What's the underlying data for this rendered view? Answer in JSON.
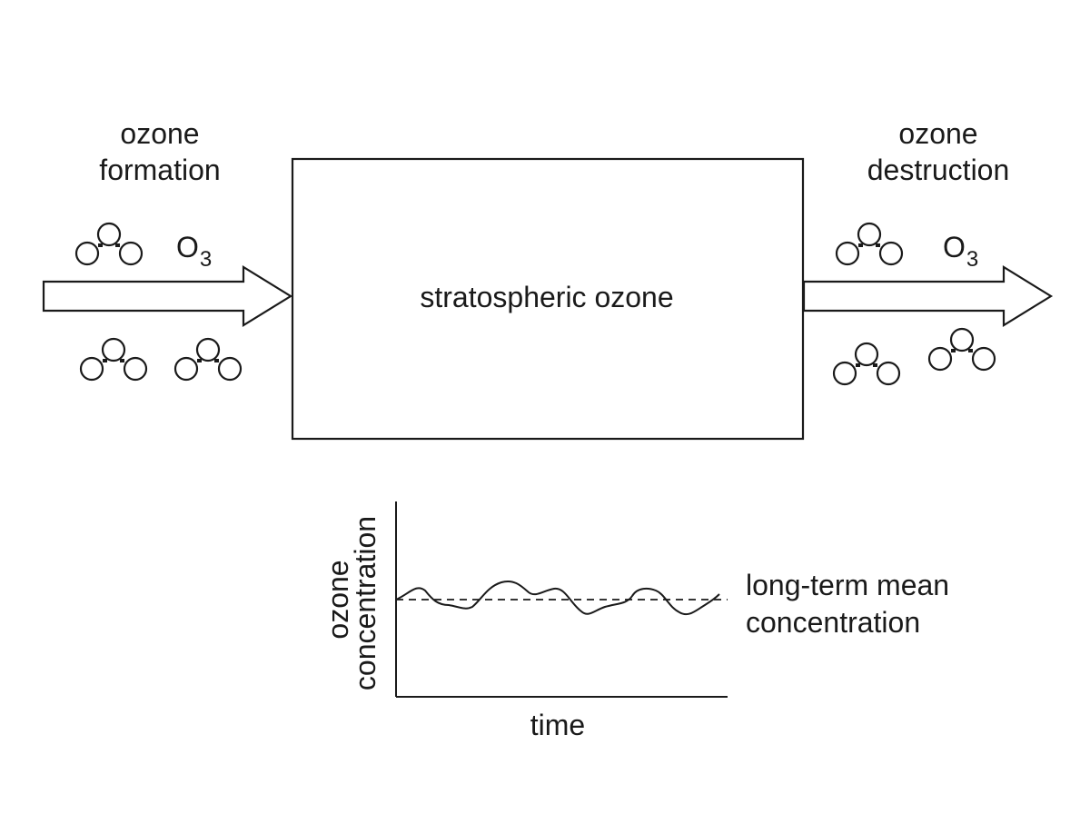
{
  "left": {
    "line1": "ozone",
    "line2": "formation",
    "molecule_label": "O",
    "molecule_subscript": "3"
  },
  "right": {
    "line1": "ozone",
    "line2": "destruction",
    "molecule_label": "O",
    "molecule_subscript": "3"
  },
  "box": {
    "label": "stratospheric ozone"
  },
  "graph": {
    "ylabel_line1": "ozone",
    "ylabel_line2": "concentration",
    "xlabel": "time",
    "mean_line1": "long-term mean",
    "mean_line2": "concentration"
  },
  "colors": {
    "ink": "#1a1a1a",
    "background": "#ffffff"
  }
}
